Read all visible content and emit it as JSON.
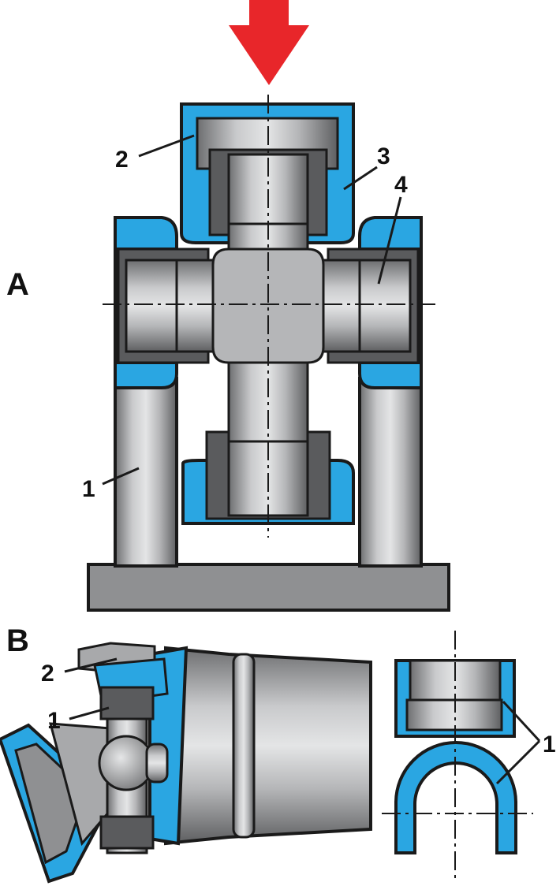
{
  "colors": {
    "accent_blue": "#2aa6e2",
    "arrow_red": "#e8262a",
    "metal_gray": "#a8a9ab",
    "outline": "#1a1a1a"
  },
  "labels": {
    "view_a": "A",
    "view_b": "B",
    "a_1": "1",
    "a_2": "2",
    "a_3": "3",
    "a_4": "4",
    "b_2": "2",
    "b_1_left": "1",
    "b_1_right": "1"
  },
  "icons": {
    "press_direction": "down-arrow-icon"
  }
}
